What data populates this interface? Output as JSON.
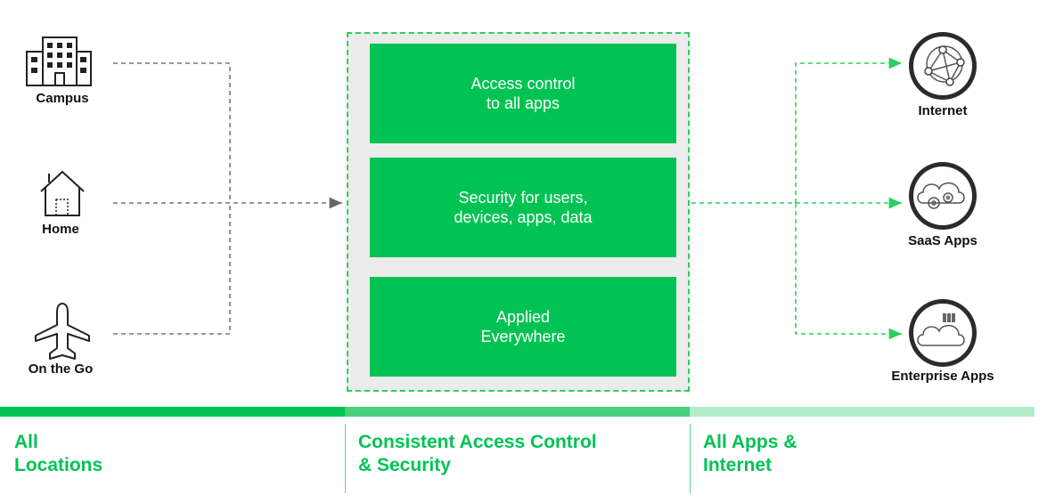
{
  "locations": [
    {
      "label": "Campus",
      "icon": "building-icon"
    },
    {
      "label": "Home",
      "icon": "house-icon"
    },
    {
      "label": "On the Go",
      "icon": "airplane-icon"
    }
  ],
  "center_boxes": [
    {
      "text": "Access control\nto all apps"
    },
    {
      "text": "Security for users,\ndevices, apps, data"
    },
    {
      "text": "Applied\nEverywhere"
    }
  ],
  "destinations": [
    {
      "label": "Internet",
      "icon": "globe-network-icon"
    },
    {
      "label": "SaaS Apps",
      "icon": "cloud-gears-icon"
    },
    {
      "label": "Enterprise Apps",
      "icon": "cloud-server-icon"
    }
  ],
  "footer": {
    "col1": "All\nLocations",
    "col2": "Consistent Access Control\n& Security",
    "col3": "All Apps &\nInternet"
  },
  "colors": {
    "green": "#00c353",
    "green_mid": "#45d27a",
    "green_light": "#b3ecc8",
    "panel_bg": "#ececec",
    "gray_line": "#777777"
  }
}
